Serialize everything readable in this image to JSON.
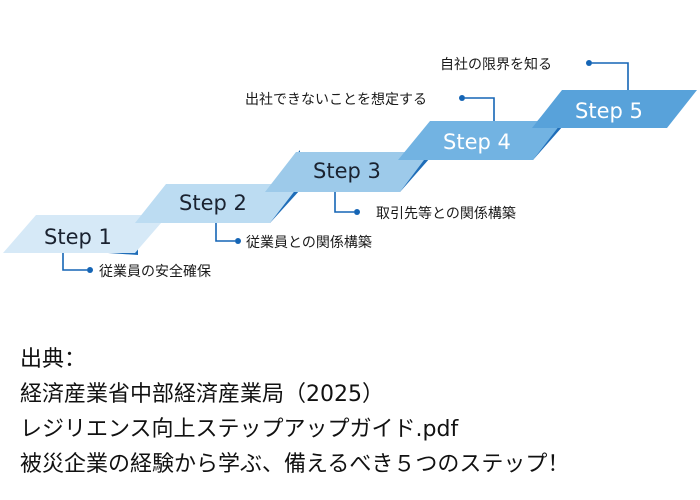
{
  "steps": [
    {
      "label": "Step 1",
      "note": "従業員の安全確保",
      "color": "#d6e9f7"
    },
    {
      "label": "Step 2",
      "note": "従業員との関係構築",
      "color": "#bcdcf2"
    },
    {
      "label": "Step 3",
      "note": "取引先等との関係構築",
      "color": "#9dcaea"
    },
    {
      "label": "Step 4",
      "note": "出社できないことを想定する",
      "color": "#72b3e2"
    },
    {
      "label": "Step 5",
      "note": "自社の限界を知る",
      "color": "#58a2da"
    }
  ],
  "riser_color": "#1f6db8",
  "connector_color": "#1565b5",
  "source": {
    "heading": "出典：",
    "line1": "経済産業省中部経済産業局（2025）",
    "line2": "レジリエンス向上ステップアップガイド.pdf",
    "line3": "被災企業の経験から学ぶ、備えるべき５つのステップ！"
  }
}
